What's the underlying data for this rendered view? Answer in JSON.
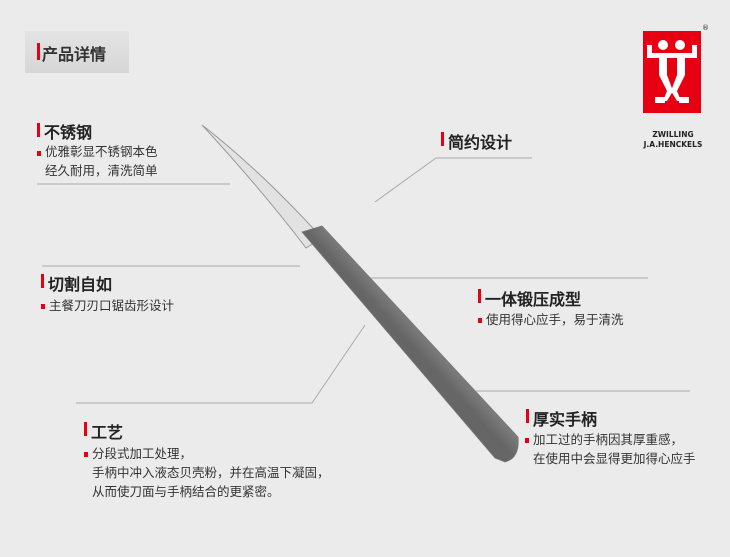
{
  "header": {
    "title": "产品详情"
  },
  "brand": {
    "name_line1": "ZWILLING",
    "name_line2": "J.A.HENCKELS",
    "registered": "®",
    "accent": "#e60012"
  },
  "features": [
    {
      "title": "不锈钢",
      "lines": [
        "优雅彰显不锈钢本色",
        "经久耐用，清洗简单"
      ]
    },
    {
      "title": "简约设计",
      "lines": []
    },
    {
      "title": "切割自如",
      "lines": [
        "主餐刀刃口锯齿形设计"
      ]
    },
    {
      "title": "一体锻压成型",
      "lines": [
        "使用得心应手，易于清洗"
      ]
    },
    {
      "title": "工艺",
      "lines": [
        "分段式加工处理，",
        "手柄中冲入液态贝壳粉，并在高温下凝固，",
        "从而使刀面与手柄结合的更紧密。"
      ]
    },
    {
      "title": "厚实手柄",
      "lines": [
        "加工过的手柄因其厚重感，",
        "在使用中会显得更加得心应手"
      ]
    }
  ]
}
